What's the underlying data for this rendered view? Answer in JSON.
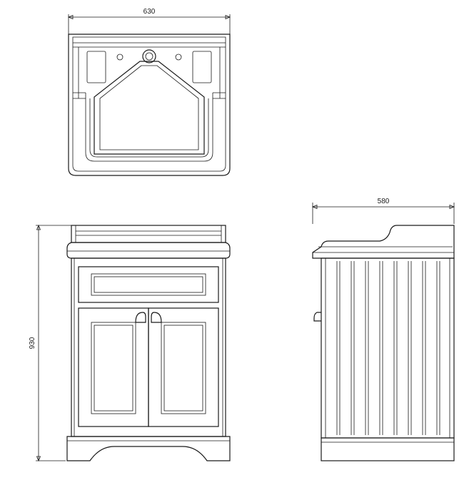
{
  "dimensions": {
    "top_width": "630",
    "side_depth": "580",
    "front_height": "930"
  },
  "colors": {
    "line": "#1a1a1a",
    "background": "#ffffff"
  }
}
